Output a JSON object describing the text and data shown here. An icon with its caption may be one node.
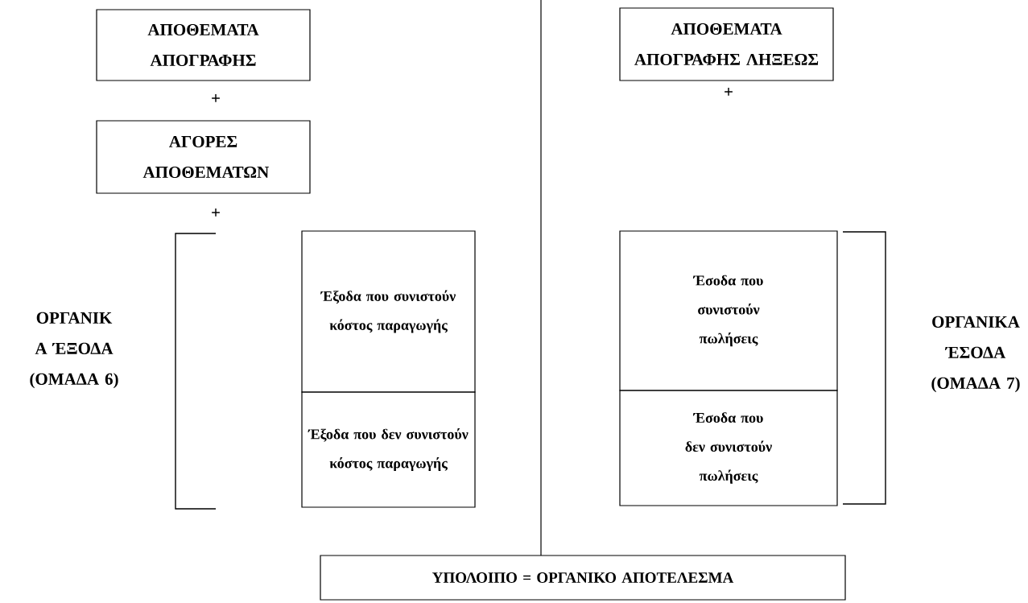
{
  "diagram": {
    "nodes": [
      {
        "text": [
          "ΑΠΟΘΕΜΑΤΑ ΑΠΟΓΡΑΦΗΣ"
        ]
      },
      {
        "text": [
          "ΑΓΟΡΕΣ ΑΠΟΘΕΜΑΤΩΝ"
        ]
      },
      {
        "text": [
          "Έξοδα που συνιστούν κόστος παραγωγής"
        ]
      },
      {
        "text": [
          "Έξοδα που δεν συνιστούν κόστος παραγωγής"
        ]
      },
      {
        "text": [
          "ΑΠΟΘΕΜΑΤΑ ΑΠΟΓΡΑΦΗΣ ΛΗΞΕΩΣ"
        ]
      },
      {
        "text": [
          "Έσοδα που συνιστούν πωλήσεις"
        ]
      },
      {
        "text": [
          "Έσοδα που δεν συνιστούν πωλήσεις"
        ]
      },
      {
        "text": [
          "ΥΠΟΛΟΙΠΟ = ΟΡΓΑΝΙΚΟ ΑΠΟΤΕΛΕΣΜΑ"
        ]
      }
    ],
    "labels": [
      "+",
      "+",
      "+",
      "ΟΡΓΑΝΙΚ Α ΈΞΟΔΑ (ΟΜΑΔΑ 6)",
      "ΟΡΓΑΝΙΚΑ ΈΣΟΔΑ (ΟΜΑΔΑ 7)"
    ]
  }
}
